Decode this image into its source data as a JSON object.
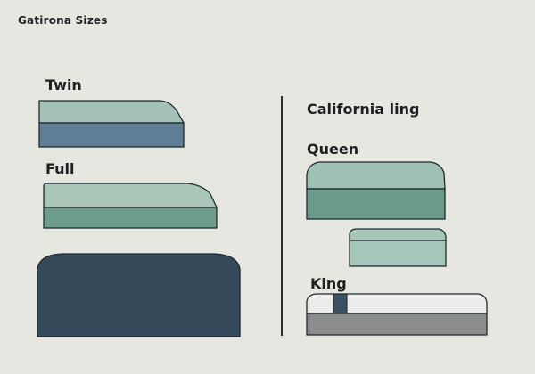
{
  "page": {
    "title": "Gatirona Sizes"
  },
  "labels": {
    "twin": "Twin",
    "full": "Full",
    "california": "California ling",
    "queen": "Queen",
    "king": "King"
  },
  "colors": {
    "background": "#e7e7e1",
    "outline": "#1f2a30",
    "twin_top": "#a4c2b8",
    "twin_base": "#5f7e95",
    "full_top": "#a9c6b9",
    "full_base": "#6f9d8b",
    "dark_block": "#34495a",
    "queen_top": "#a2c1b5",
    "queen_base": "#6a9a89",
    "small_block": "#a6c6ba",
    "king_top": "#ececea",
    "king_base": "#8c8c8c",
    "king_accent": "#3b5163"
  }
}
